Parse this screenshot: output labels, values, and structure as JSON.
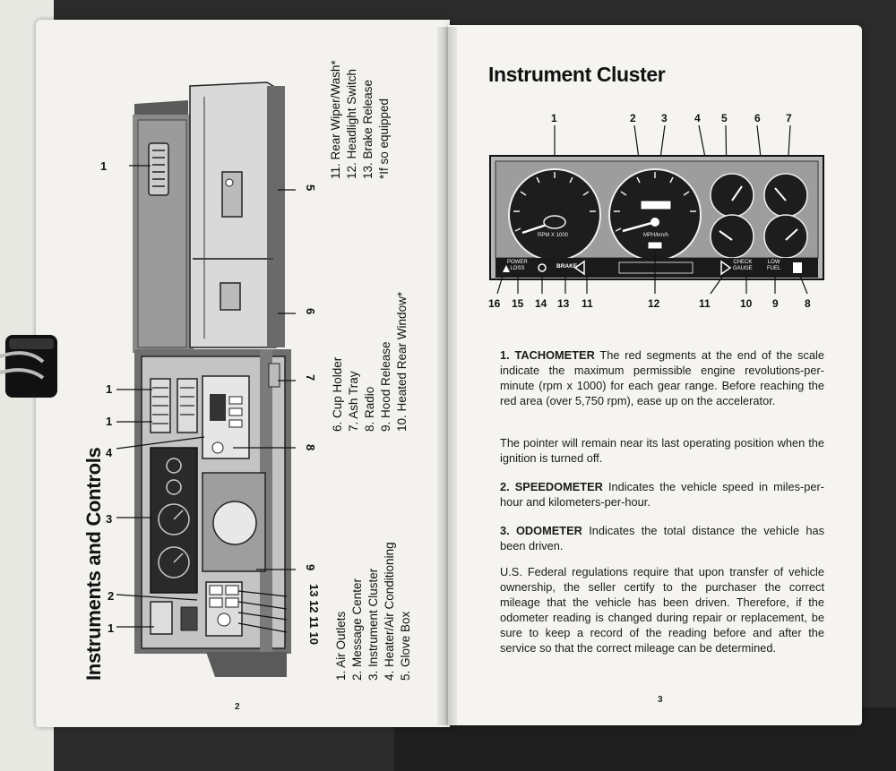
{
  "left_page": {
    "title": "Instruments and Controls",
    "legend_a": [
      "1. Air Outlets",
      "2. Message Center",
      "3. Instrument Cluster",
      "4. Heater/Air Conditioning",
      "5. Glove Box"
    ],
    "legend_b": [
      "6.  Cup Holder",
      "7.  Ash Tray",
      "8.  Radio",
      "9.  Hood Release",
      "10. Heated Rear Window*"
    ],
    "legend_c": [
      "11. Rear Wiper/Wash*",
      "12. Headlight Switch",
      "13. Brake Release",
      "*If so equipped"
    ],
    "callouts": {
      "c1a": "1",
      "c5": "5",
      "c6": "6",
      "c1b": "1",
      "c1c": "1",
      "c4": "4",
      "c7": "7",
      "c8": "8",
      "c3": "3",
      "c2": "2",
      "c1d": "1",
      "c9": "9",
      "c_bottom": "13 12 11 10"
    },
    "page_number": "2"
  },
  "right_page": {
    "title": "Instrument Cluster",
    "top_numbers": [
      "1",
      "2",
      "3",
      "4",
      "5",
      "6",
      "7"
    ],
    "bottom_numbers": [
      "16",
      "15",
      "14",
      "13",
      "11",
      "12",
      "11",
      "10",
      "9",
      "8"
    ],
    "cluster_labels": {
      "power_loss_1": "POWER",
      "power_loss_2": "LOSS",
      "brake": "BRAKE",
      "check_gauge_1": "CHECK",
      "check_gauge_2": "GAUGE",
      "low_fuel_1": "LOW",
      "low_fuel_2": "FUEL",
      "rpm": "RPM X 1000",
      "mph": "MPH/km/h"
    },
    "paragraphs": {
      "tach_head": "1. TACHOMETER",
      "tach_body": " The red segments at the end of the scale indicate the maximum permissible engine revolutions-per-minute (rpm x 1000) for each gear range. Before reaching the red area (over 5,750 rpm), ease up on the accelerator.",
      "pointer": "The pointer will remain near its last operating position when the ignition is turned off.",
      "speedo_head": "2. SPEEDOMETER",
      "speedo_body": " Indicates the vehicle speed in miles-per-hour and kilometers-per-hour.",
      "odo_head": "3. ODOMETER",
      "odo_body": " Indicates the total distance the vehicle has been driven.",
      "federal": "U.S. Federal regulations require that upon transfer of vehicle ownership, the seller certify to the purchaser the correct mileage that the vehicle has been driven. Therefore, if the odometer reading is changed during repair or replacement, be sure to keep a record of the reading before and after the service so that the correct mileage can be determined."
    },
    "page_number": "3"
  }
}
